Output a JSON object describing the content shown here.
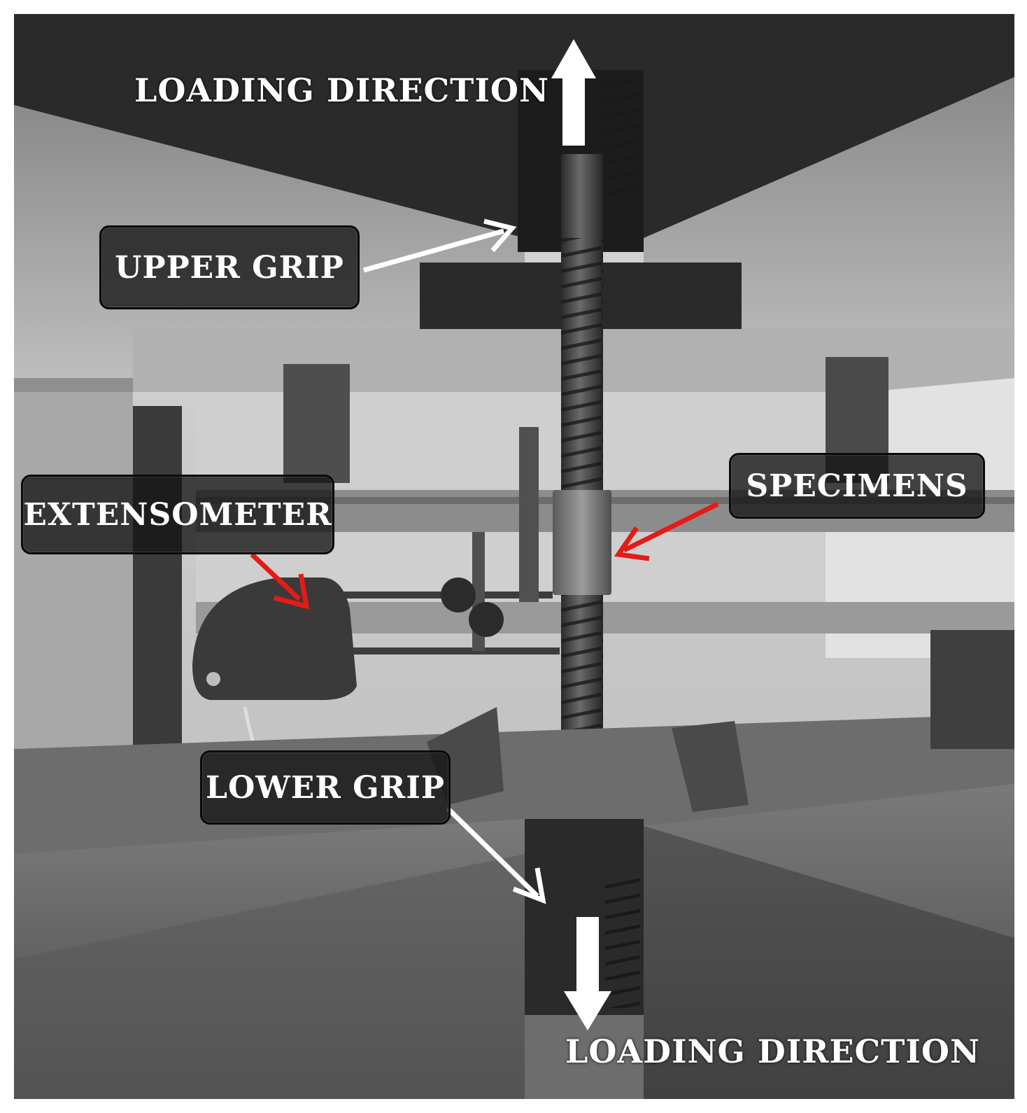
{
  "labels": {
    "loading_direction_top": "LOADING DIRECTION",
    "loading_direction_bottom": "LOADING DIRECTION",
    "upper_grip": "UPPER GRIP",
    "extensometer": "EXTENSOMETER",
    "specimens": "SPECIMENS",
    "lower_grip": "LOWER GRIP"
  },
  "colors": {
    "label_text": "#ffffff",
    "label_box": "#1a1a1a",
    "arrow_white": "#ffffff",
    "arrow_red": "#e41b17"
  },
  "icons": {
    "loading_arrow_up": "arrow-up-icon",
    "loading_arrow_down": "arrow-down-icon",
    "pointer_arrow": "arrow-icon"
  }
}
